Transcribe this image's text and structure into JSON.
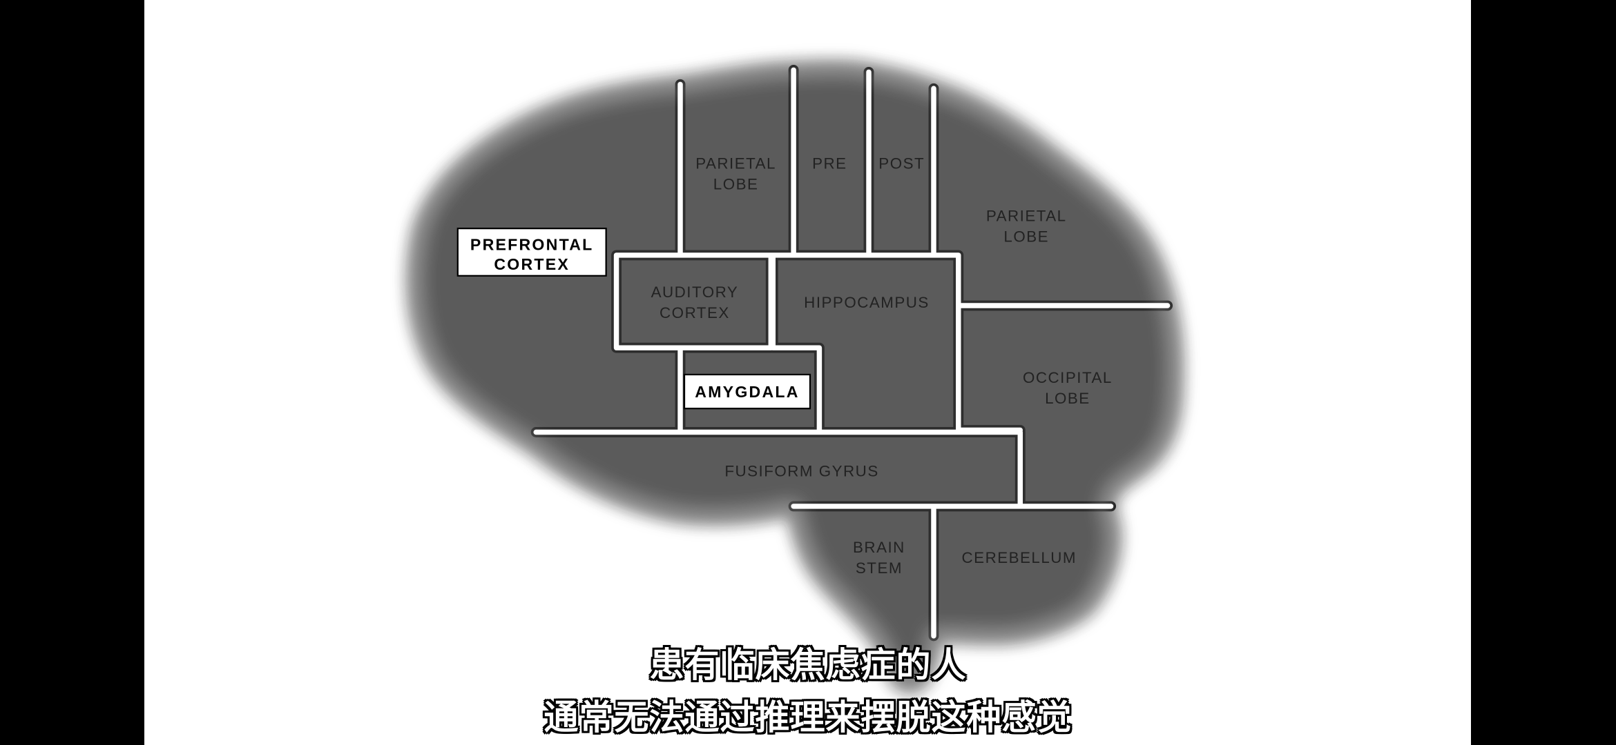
{
  "diagram": {
    "labels": {
      "prefrontal_cortex": [
        "PREFRONTAL",
        "CORTEX"
      ],
      "parietal_lobe_front": [
        "PARIETAL",
        "LOBE"
      ],
      "pre": "PRE",
      "post": "POST",
      "parietal_lobe_back": [
        "PARIETAL",
        "LOBE"
      ],
      "auditory_cortex": [
        "AUDITORY",
        "CORTEX"
      ],
      "hippocampus": "HIPPOCAMPUS",
      "amygdala": "AMYGDALA",
      "occipital_lobe": [
        "OCCIPITAL",
        "LOBE"
      ],
      "fusiform_gyrus": "FUSIFORM GYRUS",
      "brain_stem": [
        "BRAIN",
        "STEM"
      ],
      "cerebellum": "CEREBELLUM"
    }
  },
  "subtitles": {
    "line1": "患有临床焦虑症的人",
    "line2": "通常无法通过推理来摆脱这种感觉"
  },
  "colors": {
    "background": "#ffffff",
    "letterbox": "#000000",
    "ink": "#000000"
  }
}
